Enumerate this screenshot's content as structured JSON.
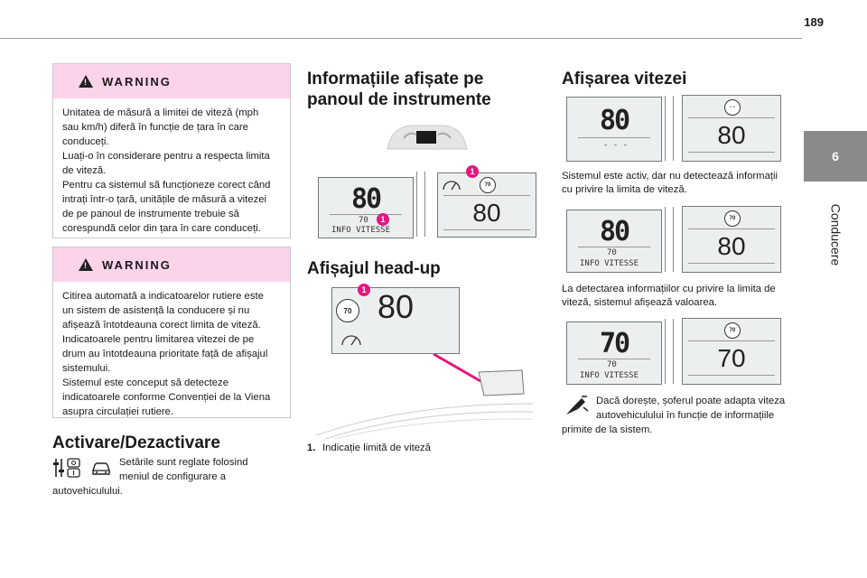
{
  "page": {
    "number": "189",
    "section_number": "6",
    "section_label": "Conducere"
  },
  "warning1": {
    "title": "WARNING",
    "text": "Unitatea de măsură a limitei de viteză (mph\nsau km/h) diferă în funcție de țara în care\nconduceți.\nLuați-o în considerare pentru a respecta limita\nde viteză.\nPentru ca sistemul să funcționeze corect când\nintrați într-o țară, unitățile de măsură a vitezei\nde pe panoul de instrumente trebuie să\ncorespundă celor din țara în care conduceți."
  },
  "warning2": {
    "title": "WARNING",
    "text": "Citirea automată a indicatoarelor rutiere este\nun sistem de asistență la conducere și nu\nafișează întotdeauna corect limita de viteză.\nIndicatoarele pentru limitarea vitezei de pe\ndrum au întotdeauna prioritate față de afișajul\nsistemului.\nSistemul este conceput să detecteze\nindicatoarele conforme Convenției de la Viena\nasupra circulației rutiere."
  },
  "activation": {
    "heading": "Activare/Dezactivare",
    "text1": "Setările sunt reglate folosind",
    "text2": "meniul de configurare a",
    "text3": "autovehiculului."
  },
  "instrument_panel": {
    "heading_line1": "Informațiile afișate pe",
    "heading_line2": "panoul de instrumente",
    "speed": "80",
    "limit": "70",
    "info_text": "INFO VITESSE",
    "sign": "70",
    "right_speed": "80",
    "callout": "1"
  },
  "headup": {
    "heading": "Afișajul head-up",
    "sign": "70",
    "speed": "80",
    "callout": "1",
    "caption_num": "1.",
    "caption_text": "Indicație limită de viteză"
  },
  "speed_display": {
    "heading": "Afișarea vitezei",
    "panel1": {
      "speed": "80",
      "dashes": "- - -",
      "sign": "- -",
      "right_speed": "80"
    },
    "text1": "Sistemul este activ, dar nu detectează informații\ncu privire la limita de viteză.",
    "panel2": {
      "speed": "80",
      "limit": "70",
      "info_text": "INFO VITESSE",
      "sign": "70",
      "right_speed": "80"
    },
    "text2": "La detectarea informațiilor cu privire la limita de\nviteză, sistemul afișează valoarea.",
    "panel3": {
      "speed": "70",
      "limit": "70",
      "info_text": "INFO VITESSE",
      "sign": "70",
      "right_speed": "70"
    },
    "tip_line1": "Dacă dorește, șoferul poate adapta viteza",
    "tip_line2": "autovehiculului în funcție de informațiile",
    "tip_line3": "primite de la sistem."
  },
  "colors": {
    "warning_header": "#fbd3ea",
    "callout": "#e5177e",
    "tab": "#8a8a8a"
  }
}
